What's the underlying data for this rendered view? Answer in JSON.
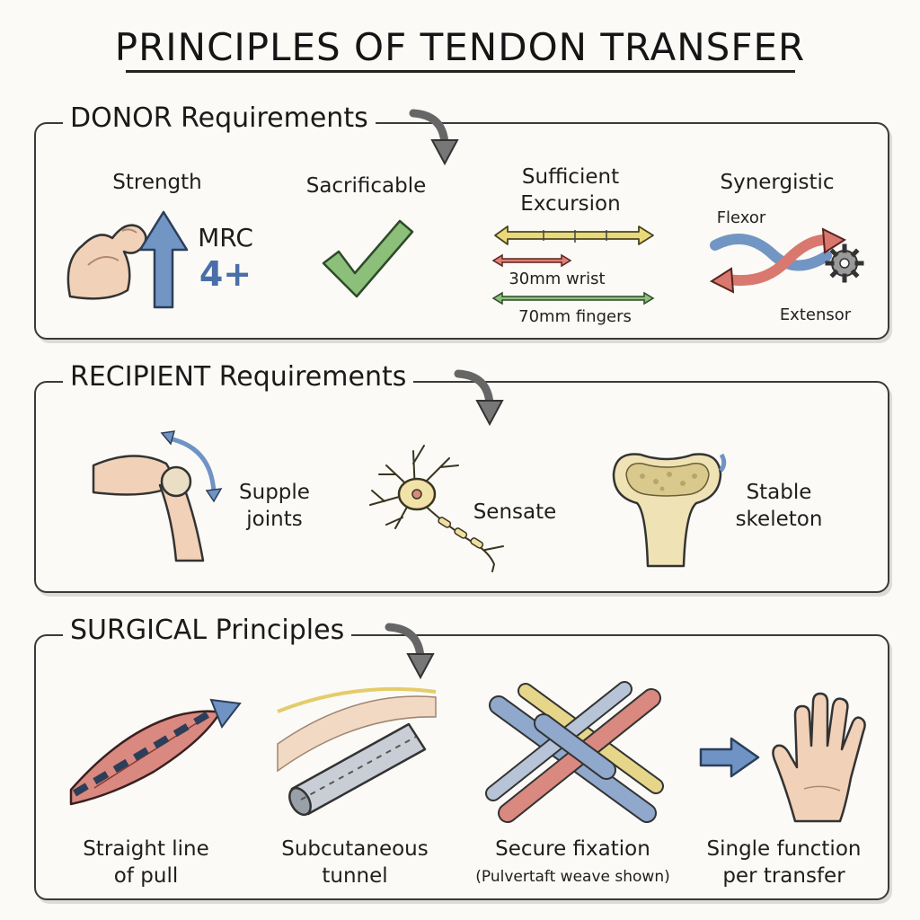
{
  "title": "PRINCIPLES OF TENDON TRANSFER",
  "donor": {
    "heading": "DONOR Requirements",
    "strength": {
      "label": "Strength",
      "mrc_line1": "MRC",
      "mrc_line2": "4+"
    },
    "sacrificable": {
      "label": "Sacrificable"
    },
    "excursion": {
      "label_line1": "Sufficient",
      "label_line2": "Excursion",
      "wrist": "30mm wrist",
      "fingers": "70mm fingers"
    },
    "synergistic": {
      "label": "Synergistic",
      "flexor": "Flexor",
      "extensor": "Extensor"
    }
  },
  "recipient": {
    "heading": "RECIPIENT Requirements",
    "joints": {
      "line1": "Supple",
      "line2": "joints"
    },
    "sensate": {
      "label": "Sensate"
    },
    "skeleton": {
      "line1": "Stable",
      "line2": "skeleton"
    }
  },
  "surgical": {
    "heading": "SURGICAL Principles",
    "pull": {
      "line1": "Straight line",
      "line2": "of pull"
    },
    "tunnel": {
      "line1": "Subcutaneous",
      "line2": "tunnel"
    },
    "fixation": {
      "line1": "Secure fixation",
      "line2": "(Pulvertaft weave shown)"
    },
    "single": {
      "line1": "Single function",
      "line2": "per transfer"
    }
  },
  "colors": {
    "blue": "#6f93c4",
    "red": "#d9786e",
    "green": "#7dbb6a",
    "yellow": "#e8d77a",
    "skin": "#f1d1b8",
    "gray": "#8a8a8a"
  }
}
